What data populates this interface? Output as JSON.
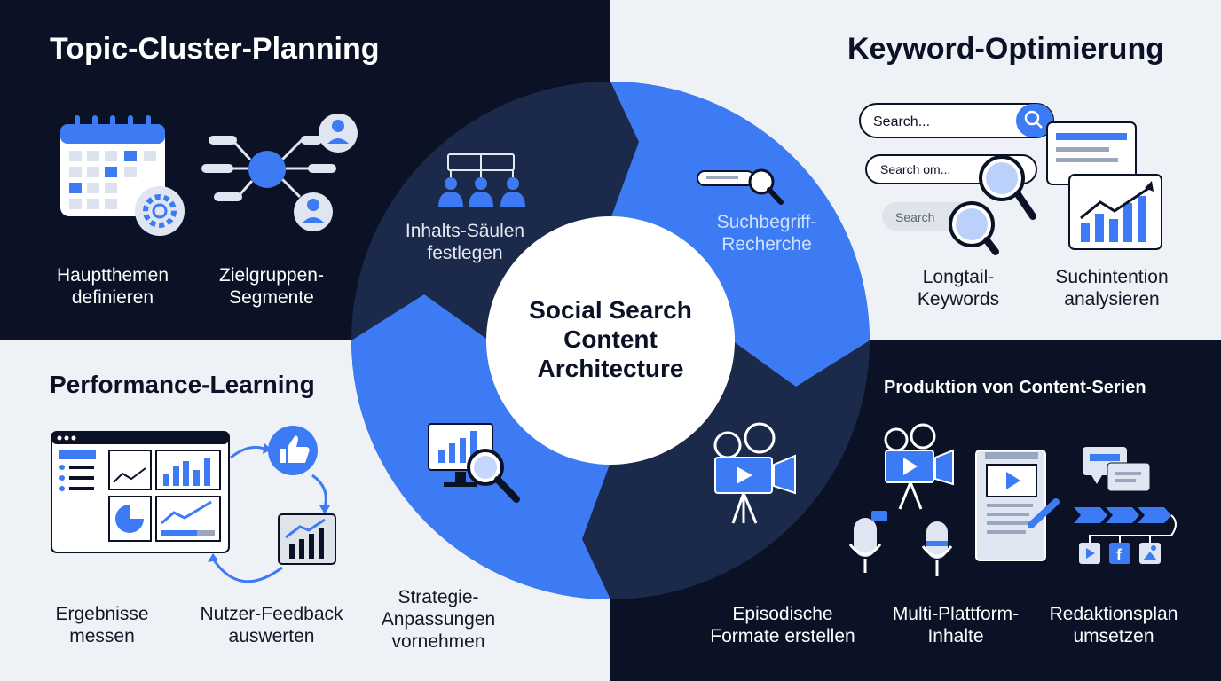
{
  "title": "Social Search\nContent\nArchitecture",
  "quadrants": {
    "top_left": {
      "title": "Topic-Cluster-Planning",
      "items": [
        "Hauptthemen\ndefinieren",
        "Zielgruppen-\nSegmente"
      ]
    },
    "top_right": {
      "title": "Keyword-Optimierung",
      "items": [
        "Longtail-\nKeywords",
        "Suchintention\nanalysieren"
      ],
      "search_bars": [
        "Search...",
        "Search om...",
        "Search"
      ]
    },
    "bottom_left": {
      "title": "Performance-Learning",
      "items": [
        "Ergebnisse\nmessen",
        "Nutzer-Feedback\nauswerten"
      ]
    },
    "bottom_right": {
      "title": "Produktion von Content-Serien",
      "items": [
        "Episodische\nFormate erstellen",
        "Multi-Plattform-\nInhalte",
        "Redaktionsplan\numsetzen"
      ]
    }
  },
  "ring": {
    "segments": [
      "Inhalts-Säulen\nfestlegen",
      "Suchbegriff-\nRecherche",
      "Strategie-\nAnpassungen\nvornehmen"
    ]
  },
  "colors": {
    "navy": "#0c1226",
    "ring_navy": "#1b2a4a",
    "blue": "#3d7bf4",
    "light": "#eef1f6",
    "white": "#ffffff"
  },
  "icons": [
    "calendar-gear-icon",
    "audience-network-icon",
    "search-bar-icon",
    "magnifier-icon",
    "growth-chart-icon",
    "dashboard-icon",
    "thumbs-up-icon",
    "org-chart-people-icon",
    "search-slider-icon",
    "analytics-monitor-icon",
    "movie-camera-icon",
    "microphone-icon",
    "document-pen-icon",
    "chat-bubbles-icon",
    "social-media-icon"
  ]
}
